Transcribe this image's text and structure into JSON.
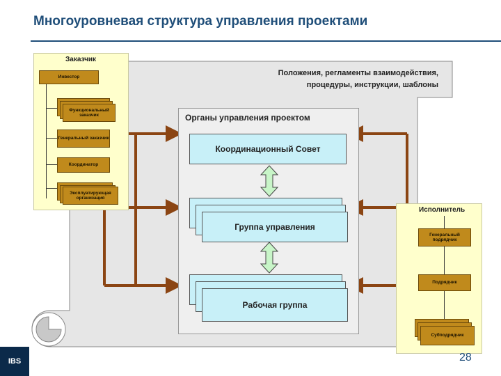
{
  "slide": {
    "title": "Многоуровневая структура управления проектами",
    "page_number": "28",
    "logo_text": "IBS"
  },
  "customer": {
    "label": "Заказчик",
    "items": [
      "Инвестор",
      "Функциональный заказчик",
      "Генеральный заказчик",
      "Координатор",
      "Эксплуатирующая организация"
    ]
  },
  "regulations": {
    "line1": "Положения, регламенты взаимодействия,",
    "line2": "процедуры, инструкции, шаблоны"
  },
  "organs": {
    "title": "Органы управления проектом",
    "council": "Координационный Совет",
    "management": "Группа управления",
    "working": "Рабочая группа"
  },
  "executor": {
    "label": "Исполнитель",
    "items": [
      "Генеральный подрядчик",
      "Подрядчик",
      "Субподрядчик"
    ]
  },
  "colors": {
    "title": "#1f4e79",
    "arrow": "#8b4513",
    "org_box": "#c08a1c",
    "cyan_box": "#c8f0f8",
    "double_arrow": "#c8f5c8"
  }
}
